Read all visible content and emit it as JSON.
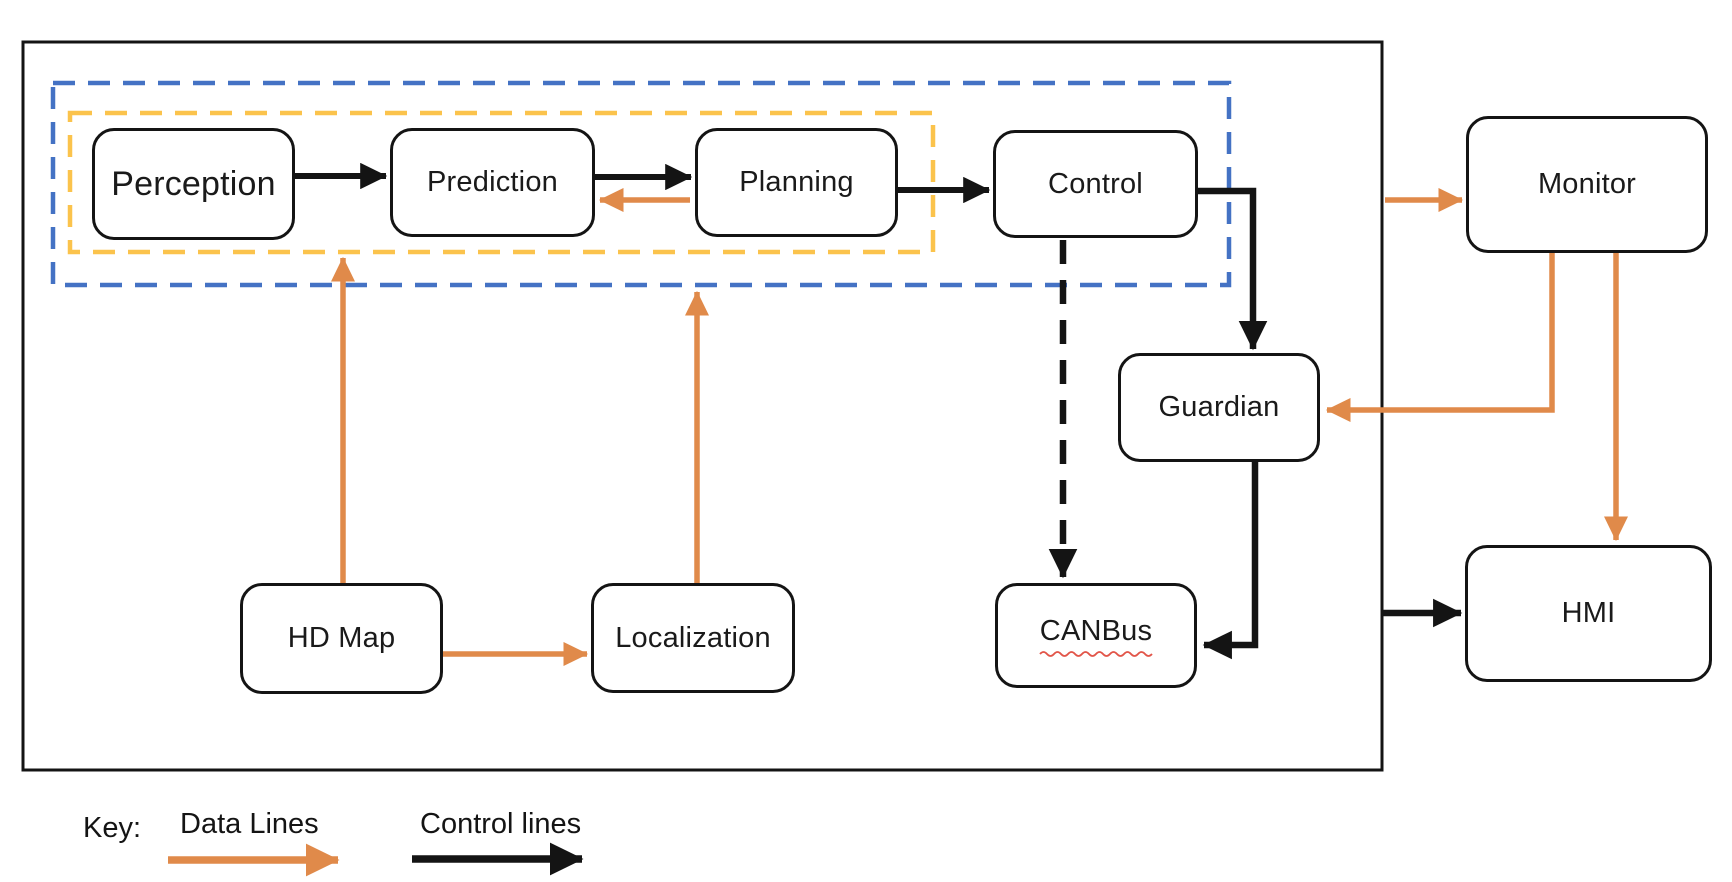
{
  "diagram": {
    "nodes": {
      "perception": {
        "label": "Perception"
      },
      "prediction": {
        "label": "Prediction"
      },
      "planning": {
        "label": "Planning"
      },
      "control": {
        "label": "Control"
      },
      "monitor": {
        "label": "Monitor"
      },
      "guardian": {
        "label": "Guardian"
      },
      "hd_map": {
        "label": "HD Map"
      },
      "localization": {
        "label": "Localization"
      },
      "canbus": {
        "label": "CANBus",
        "spellcheck_underline": true
      },
      "hmi": {
        "label": "HMI"
      }
    },
    "groups": {
      "outer_dashed": {
        "color": "#4472C4"
      },
      "inner_dashed": {
        "color": "#FBC34C"
      },
      "system_boundary": {
        "color": "#141414"
      }
    },
    "edges": [
      {
        "from": "perception",
        "to": "prediction",
        "type": "control",
        "style": "solid"
      },
      {
        "from": "prediction",
        "to": "planning",
        "type": "control",
        "style": "solid"
      },
      {
        "from": "planning",
        "to": "prediction",
        "type": "data",
        "style": "solid"
      },
      {
        "from": "planning",
        "to": "control",
        "type": "control",
        "style": "solid"
      },
      {
        "from": "control",
        "to": "guardian",
        "type": "control",
        "style": "solid"
      },
      {
        "from": "control",
        "to": "canbus",
        "type": "control",
        "style": "dashed"
      },
      {
        "from": "guardian",
        "to": "canbus",
        "type": "control",
        "style": "solid"
      },
      {
        "from": "hd_map",
        "to": "inner_group",
        "type": "data",
        "style": "solid"
      },
      {
        "from": "hd_map",
        "to": "localization",
        "type": "data",
        "style": "solid"
      },
      {
        "from": "localization",
        "to": "outer_group",
        "type": "data",
        "style": "solid"
      },
      {
        "from": "system_boundary",
        "to": "monitor",
        "type": "data",
        "style": "solid"
      },
      {
        "from": "monitor",
        "to": "guardian",
        "type": "data",
        "style": "solid"
      },
      {
        "from": "monitor",
        "to": "hmi",
        "type": "data",
        "style": "solid"
      },
      {
        "from": "system_boundary",
        "to": "hmi",
        "type": "control",
        "style": "solid"
      }
    ],
    "legend": {
      "key_label": "Key:",
      "data_lines_label": "Data Lines",
      "control_lines_label": "Control lines"
    },
    "colors": {
      "data_line": "#E08A4A",
      "control_line": "#141414",
      "outer_group_dash": "#4472C4",
      "inner_group_dash": "#FBC34C",
      "spellcheck_underline": "#E25549",
      "node_fill": "#FFFFFF",
      "node_border": "#141414"
    }
  }
}
